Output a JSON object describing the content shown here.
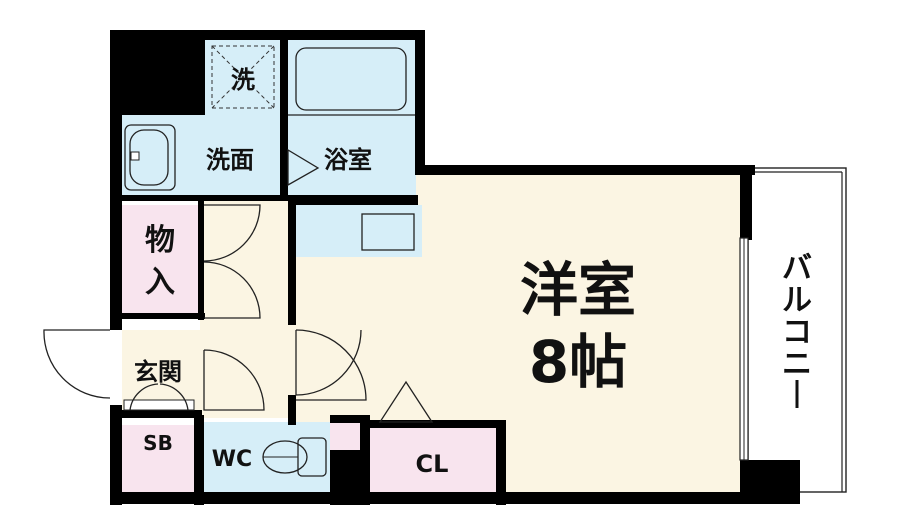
{
  "floorplan": {
    "rooms": {
      "western": {
        "name": "洋室",
        "size": "8帖"
      },
      "bath": {
        "name": "浴室"
      },
      "washroom": {
        "name": "洗面"
      },
      "laundry": {
        "name": "洗"
      },
      "storage": {
        "name": "物入"
      },
      "entrance": {
        "name": "玄関"
      },
      "shoebox": {
        "name": "SB"
      },
      "toilet": {
        "name": "WC"
      },
      "closet": {
        "name": "CL"
      },
      "balcony": {
        "name": "バルコニー"
      }
    },
    "colors": {
      "wall": "#000000",
      "wet_area": "#d6eef8",
      "western_floor": "#fbf5e3",
      "storage": "#f8e4ee",
      "hall": "#fbf5e3"
    }
  }
}
